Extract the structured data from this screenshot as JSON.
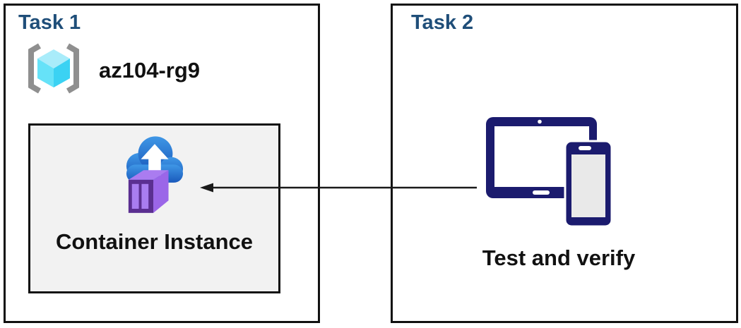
{
  "task1": {
    "title": "Task 1",
    "resource_group_name": "az104-rg9",
    "container_label": "Container Instance"
  },
  "task2": {
    "title": "Task 2",
    "caption": "Test and verify"
  },
  "connector": {
    "from": "task2-devices",
    "to": "task1-container-instance",
    "direction": "left",
    "style": "solid"
  },
  "icons": {
    "resource_group": "resource-group-icon",
    "container_instance": "container-instance-icon",
    "devices": "devices-icon",
    "connector": "arrow-left-icon"
  },
  "colors": {
    "title_blue": "#1f4e79",
    "text_black": "#111111",
    "panel_border": "#111111",
    "subbox_fill": "#f2f2f2",
    "device_navy": "#1b1b6e",
    "device_screen_gray": "#e9e9e9",
    "cloud_blue_top": "#3f97e6",
    "cloud_blue_bottom": "#1a5abc",
    "container_purple_front": "#5b2f91",
    "container_purple_side": "#9b66e8",
    "container_purple_panel": "#a97df0",
    "rg_bracket_gray": "#8f8f8f",
    "rg_cube_top": "#a9ecfa",
    "rg_cube_left": "#66e2f8",
    "rg_cube_right": "#3bd2f3",
    "arrow_black": "#1a1a1a"
  }
}
